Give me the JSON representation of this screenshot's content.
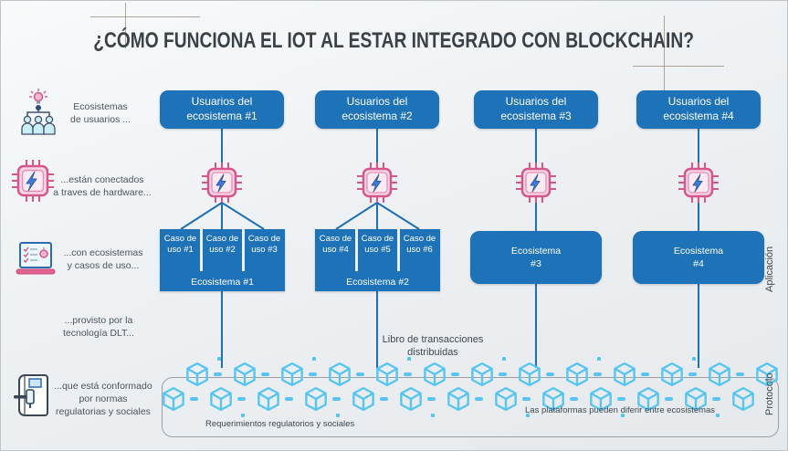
{
  "title": "¿CÓMO FUNCIONA EL IOT AL ESTAR INTEGRADO CON BLOCKCHAIN?",
  "left_rail": {
    "items": [
      {
        "icon": "users-lightbulb-icon",
        "label": "Ecosistemas\nde usuarios ..."
      },
      {
        "icon": "chip-icon",
        "label": "...están conectados\na traves de hardware..."
      },
      {
        "icon": "laptop-checklist-icon",
        "label": "...con ecosistemas\ny casos de uso..."
      },
      {
        "icon": "",
        "label": "...provisto por la\ntecnología DLT..."
      },
      {
        "icon": "law-book-icon",
        "label": "...que está conformado\npor normas\nregulatorias y sociales"
      }
    ]
  },
  "columns": [
    {
      "header": "Usuarios del\necosistema #1",
      "use_cases": [
        "Caso de\nuso #1",
        "Caso de\nuso #2",
        "Caso de\nuso #3"
      ],
      "ecosystem": "Ecosistema #1"
    },
    {
      "header": "Usuarios del\necosistema #2",
      "use_cases": [
        "Caso de\nuso #4",
        "Caso de\nuso #5",
        "Caso de\nuso #6"
      ],
      "ecosystem": "Ecosistema #2"
    },
    {
      "header": "Usuarios del\necosistema #3",
      "ecosystem": "Ecosistema\n#3"
    },
    {
      "header": "Usuarios del\necosistema #4",
      "ecosystem": "Ecosistema\n#4"
    }
  ],
  "ledger_label": "Libro de transacciones\ndistribuidas",
  "bottom": {
    "left_note": "Requerimientos regulatorios y sociales",
    "right_note": "Las plataformas pueden diferir entre ecosistemas"
  },
  "side_labels": {
    "application": "Aplicación",
    "protocol": "Protocolo"
  },
  "colors": {
    "primary_blue": "#1e72b8",
    "cube_cyan": "#58c5f1",
    "chip_pink": "#d4578c",
    "title_dark": "#3b4247"
  }
}
